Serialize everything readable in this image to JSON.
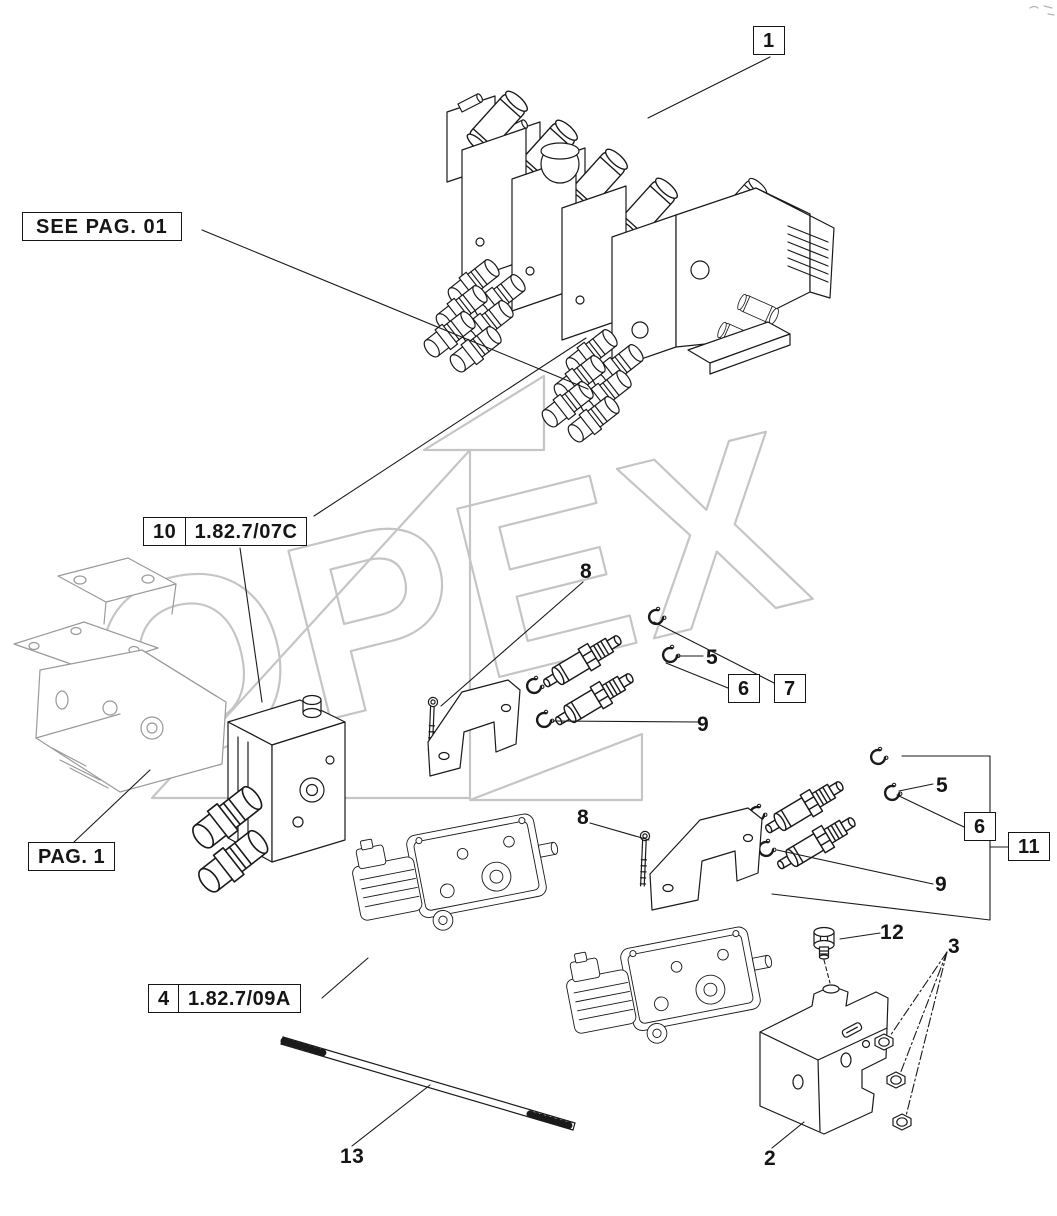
{
  "page": {
    "watermark": "OPEX",
    "background": "#ffffff",
    "line_color": "#1a1a1a",
    "ghost_line_color": "#9a9a9a",
    "watermark_color": "#c5c5c5"
  },
  "callouts": {
    "item_1": "1",
    "see_page_note": "SEE PAG. 01",
    "item_10": "10",
    "ref_10": "1.82.7/07C",
    "item_8_upper": "8",
    "item_5_upper": "5",
    "item_6_upper": "6",
    "item_7": "7",
    "item_9_upper": "9",
    "page_ref_left": "PAG. 1",
    "item_8_lower": "8",
    "item_5_right": "5",
    "item_6_right": "6",
    "item_11": "11",
    "item_9_right": "9",
    "item_12": "12",
    "item_3": "3",
    "item_4": "4",
    "ref_4": "1.82.7/09A",
    "item_13": "13",
    "item_2": "2"
  }
}
